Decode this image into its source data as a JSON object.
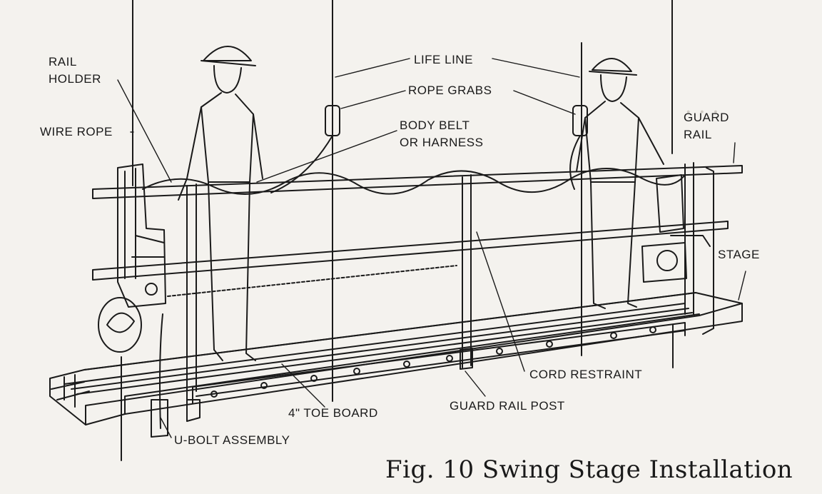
{
  "labels": {
    "rail_holder_1": "RAIL",
    "rail_holder_2": "HOLDER",
    "wire_rope": "WIRE ROPE",
    "life_line": "LIFE LINE",
    "rope_grabs": "ROPE GRABS",
    "body_belt_1": "BODY BELT",
    "body_belt_2": "OR HARNESS",
    "guard_rail_1": "GUARD",
    "guard_rail_2": "RAIL",
    "stage": "STAGE",
    "cord_restraint": "CORD RESTRAINT",
    "guard_rail_post": "GUARD RAIL POST",
    "toe_board": "4\" TOE BOARD",
    "u_bolt_assembly": "U-BOLT ASSEMBLY"
  },
  "caption": "Fig. 10  Swing Stage Installation",
  "colors": {
    "ink": "#1a1a1a",
    "paper": "#f4f2ee",
    "bleed": "#cfcbc4"
  }
}
